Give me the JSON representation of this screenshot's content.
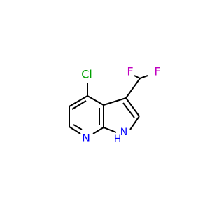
{
  "molecule": {
    "atoms": {
      "chlorine": {
        "label": "Cl",
        "color": "#00a000"
      },
      "fluorine_1": {
        "label": "F",
        "color": "#c000c0"
      },
      "fluorine_2": {
        "label": "F",
        "color": "#c000c0"
      },
      "pyridine_nitrogen": {
        "label": "N",
        "color": "#0000ff"
      },
      "pyrrole_nitrogen": {
        "label": "N",
        "color": "#0000ff"
      },
      "pyrrole_hydrogen": {
        "label": "H",
        "color": "#0000ff"
      }
    },
    "bond_color": "#000000"
  }
}
